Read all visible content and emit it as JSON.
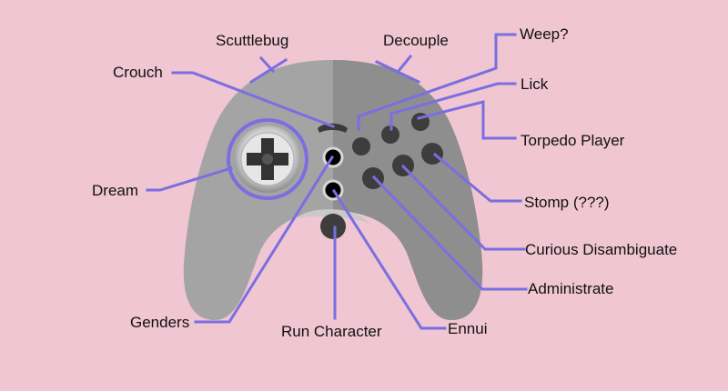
{
  "labels": {
    "scuttlebug": "Scuttlebug",
    "decouple": "Decouple",
    "weep": "Weep?",
    "crouch": "Crouch",
    "lick": "Lick",
    "torpedo_player": "Torpedo Player",
    "dream": "Dream",
    "stomp": "Stomp (???)",
    "curious_disambiguate": "Curious Disambiguate",
    "administrate": "Administrate",
    "genders": "Genders",
    "run_character": "Run Character",
    "ennui": "Ennui"
  },
  "colors": {
    "background": "#efc6d2",
    "leader": "#7b6ee0",
    "controller_light": "#a3a3a3",
    "controller_dark": "#8f8f8f",
    "button": "#3d3d3d"
  }
}
